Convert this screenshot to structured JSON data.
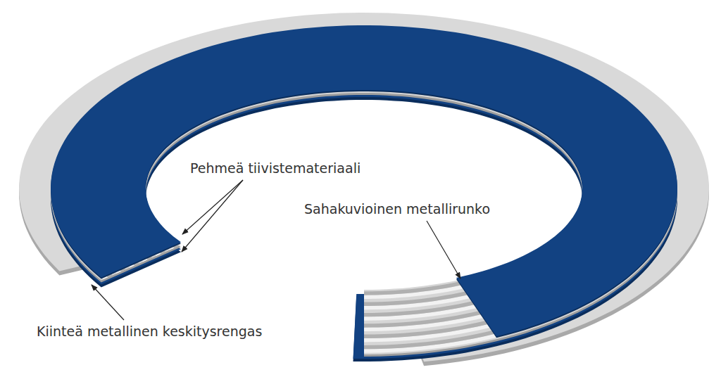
{
  "diagram": {
    "labels": [
      "Pehmeä tiivistemateriaali",
      "Sahakuvioinen metallirunko",
      "Kiinteä metallinen keskitysrengas"
    ]
  }
}
